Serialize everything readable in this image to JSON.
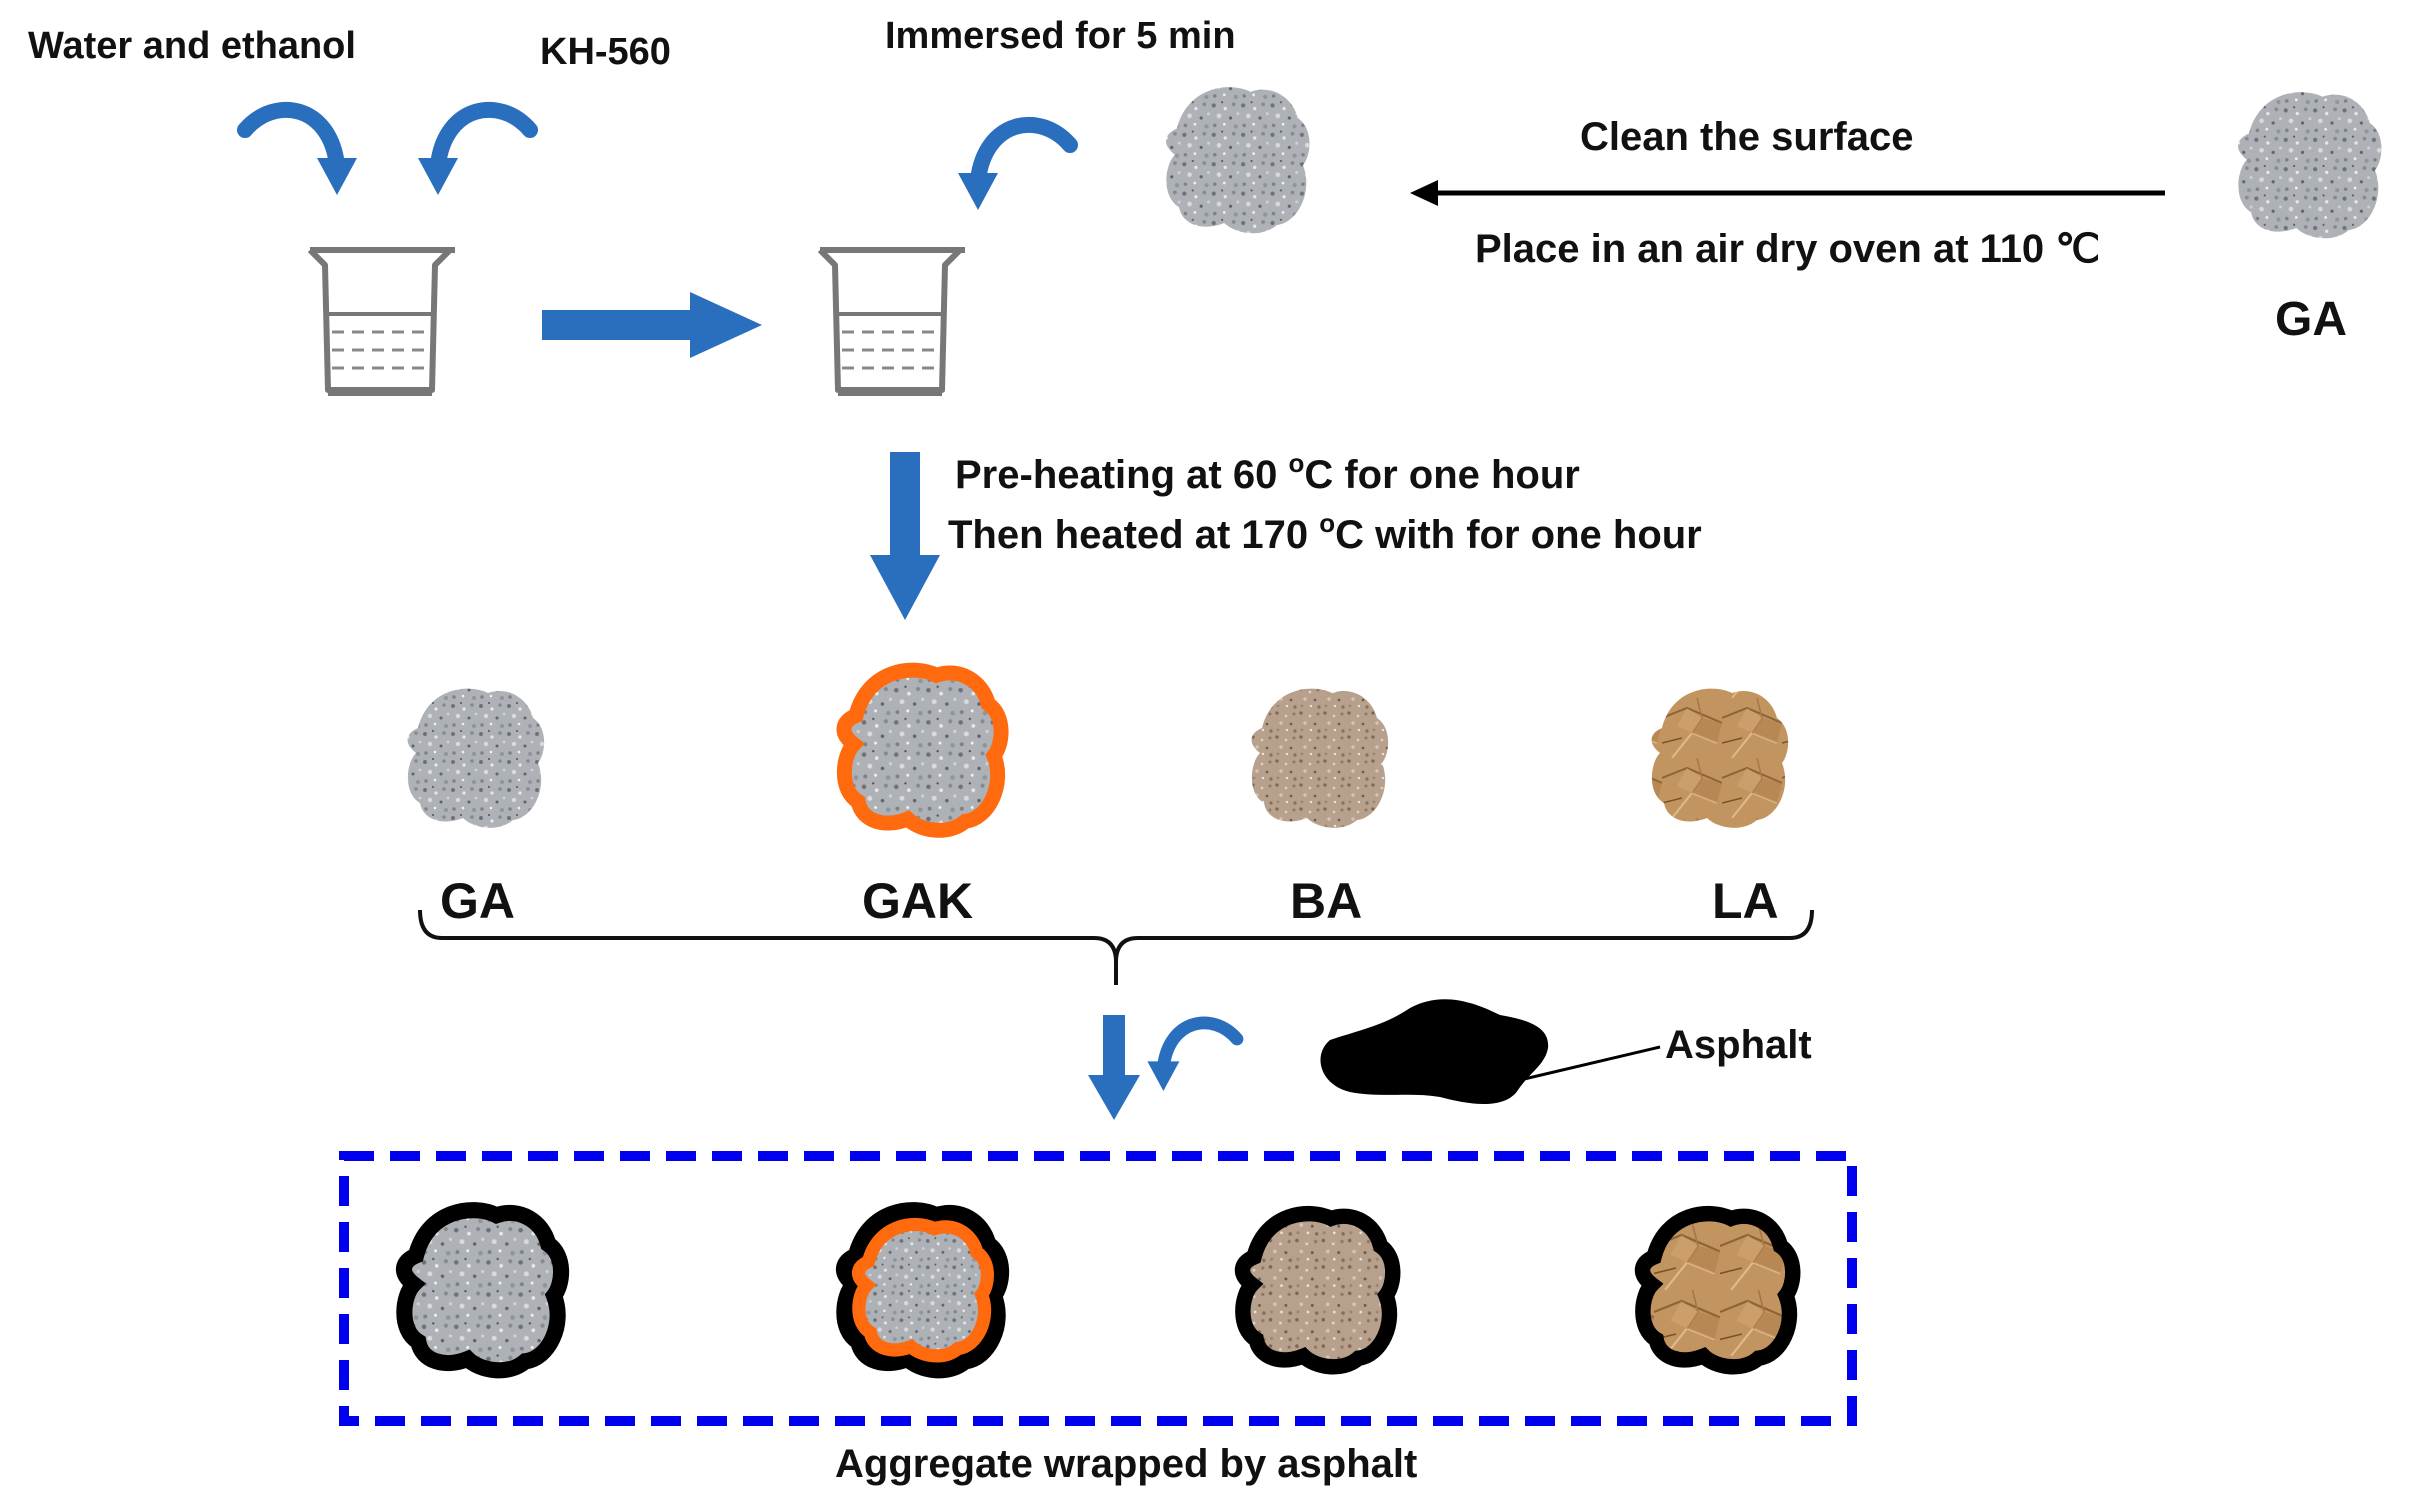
{
  "labels": {
    "water_ethanol": "Water and ethanol",
    "kh560": "KH-560",
    "immersed": "Immersed for 5 min",
    "clean_surface": "Clean the surface",
    "place_oven": "Place in an air dry oven at 110 ℃",
    "ga_top": "GA",
    "preheat_prefix": "Pre-heating at 60 ",
    "preheat_suffix": "C for one hour",
    "heated_prefix": "Then heated at 170 ",
    "heated_suffix": "C with for one hour",
    "degree": "o",
    "ga": "GA",
    "gak": "GAK",
    "ba": "BA",
    "la": "LA",
    "asphalt": "Asphalt",
    "wrapped_caption": "Aggregate wrapped by asphalt"
  },
  "colors": {
    "arrow_blue": "#2a6fbe",
    "coating_orange": "#ff6a0f",
    "asphalt_black": "#000000",
    "dashed_box_blue": "#0000ee",
    "granite_gray": "#a9adb2",
    "basalt_tan": "#b39c88",
    "limestone_brown": "#b98a58"
  },
  "icons": [
    "curved-arrow-icon",
    "beaker-icon",
    "aggregate-stone-icon",
    "asphalt-blob-icon",
    "down-arrow-icon",
    "right-arrow-icon",
    "left-arrow-icon"
  ]
}
